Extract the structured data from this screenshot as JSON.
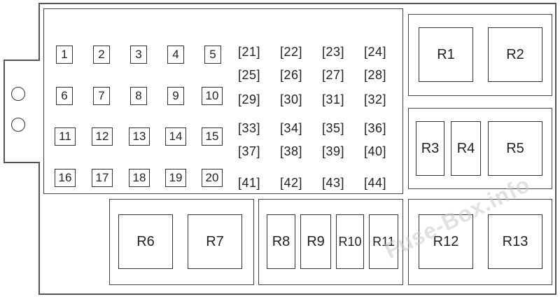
{
  "fuses": [
    "1",
    "2",
    "3",
    "4",
    "5",
    "6",
    "7",
    "8",
    "9",
    "10",
    "11",
    "12",
    "13",
    "14",
    "15",
    "16",
    "17",
    "18",
    "19",
    "20"
  ],
  "mini_fuses": [
    "[21]",
    "[22]",
    "[23]",
    "[24]",
    "[25]",
    "[26]",
    "[27]",
    "[28]",
    "[29]",
    "[30]",
    "[31]",
    "[32]",
    "[33]",
    "[34]",
    "[35]",
    "[36]",
    "[37]",
    "[38]",
    "[39]",
    "[40]",
    "[41]",
    "[42]",
    "[43]",
    "[44]"
  ],
  "relays": {
    "r1": "R1",
    "r2": "R2",
    "r3": "R3",
    "r4": "R4",
    "r5": "R5",
    "r6": "R6",
    "r7": "R7",
    "r8": "R8",
    "r9": "R9",
    "r10": "R10",
    "r11": "R11",
    "r12": "R12",
    "r13": "R13"
  },
  "watermark": "Fuse-Box.info"
}
